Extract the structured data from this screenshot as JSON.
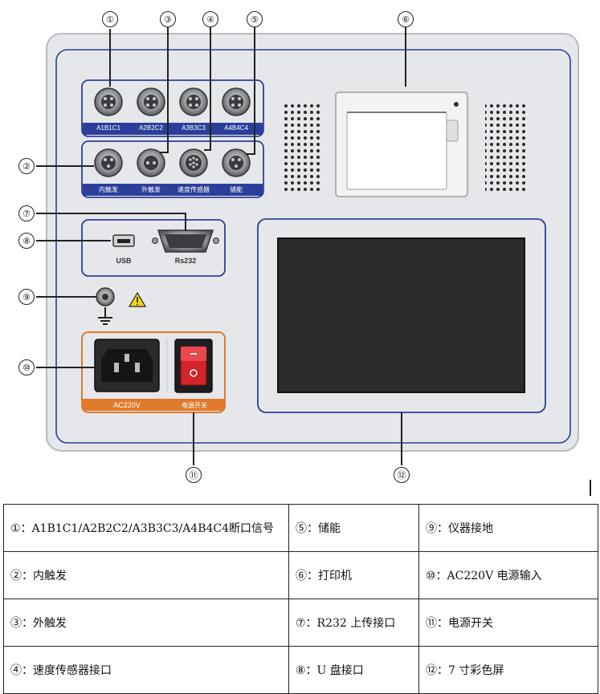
{
  "callouts": {
    "n1": "①",
    "n2": "②",
    "n3": "③",
    "n4": "④",
    "n5": "⑤",
    "n6": "⑥",
    "n7": "⑦",
    "n8": "⑧",
    "n9": "⑨",
    "n10": "⑩",
    "n11": "⑪",
    "n12": "⑫"
  },
  "panel_labels": {
    "a1b1c1": "A1B1C1",
    "a2b2c2": "A2B2C2",
    "a3b3c3": "A3B3C3",
    "a4b4c4": "A4B4C4",
    "internal_trigger": "内触发",
    "external_trigger": "外触发",
    "speed_sensor": "速度传感器",
    "energy_storage": "储能",
    "usb": "USB",
    "rs232": "Rs232",
    "ac220v": "AC220V",
    "power_switch": "电源开关"
  },
  "legend": {
    "rows": [
      [
        "①：A1B1C1/A2B2C2/A3B3C3/A4B4C4断口信号",
        "⑤：储能",
        "⑨：仪器接地"
      ],
      [
        "②：内触发",
        "⑥：打印机",
        "⑩：AC220V  电源输入"
      ],
      [
        "③：外触发",
        "⑦：R232 上传接口",
        "⑪：电源开关"
      ],
      [
        "④：速度传感器接口",
        "⑧：U 盘接口",
        "⑫：7 寸彩色屏"
      ]
    ]
  },
  "colors": {
    "panel": "#e6e7ea",
    "border_blue": "#2b3f9a",
    "orange": "#e07b2c",
    "screen": "#2c2c2e",
    "switch_red": "#d2242a"
  }
}
